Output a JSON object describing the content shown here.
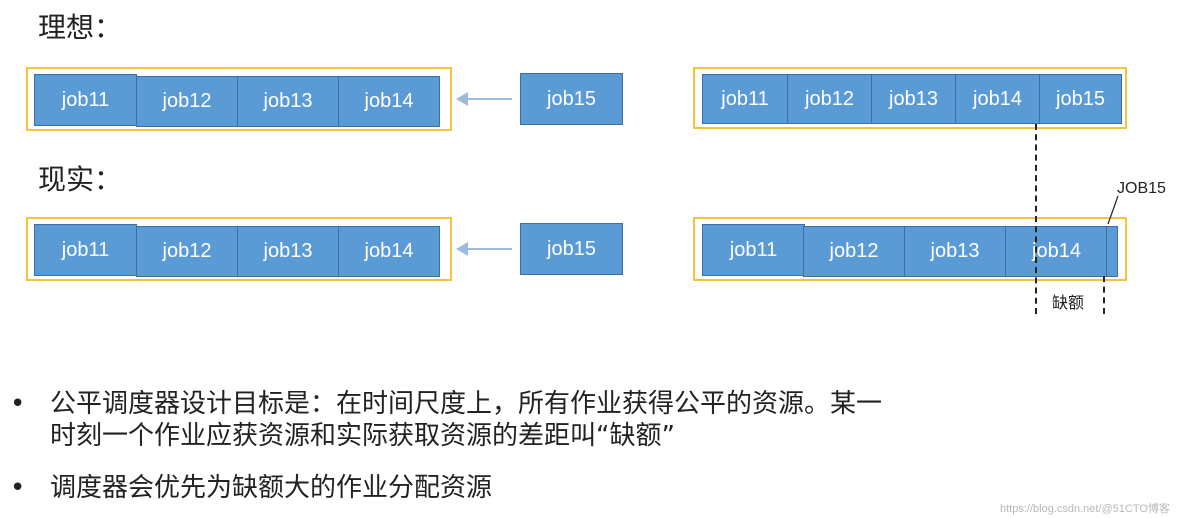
{
  "headings": {
    "ideal": "理想：",
    "reality": "现实："
  },
  "ideal_left_jobs": [
    "job11",
    "job12",
    "job13",
    "job14"
  ],
  "ideal_incoming_job": "job15",
  "ideal_right_jobs": [
    "job11",
    "job12",
    "job13",
    "job14",
    "job15"
  ],
  "reality_left_jobs": [
    "job11",
    "job12",
    "job13",
    "job14"
  ],
  "reality_incoming_job": "job15",
  "reality_right_jobs": [
    "job11",
    "job12",
    "job13",
    "job14"
  ],
  "labels": {
    "job15_callout": "JOB15",
    "deficit": "缺额"
  },
  "bullets": [
    {
      "line1": "公平调度器设计目标是：在时间尺度上，所有作业获得公平的资源。某一",
      "line2": "时刻一个作业应获资源和实际获取资源的差距叫“缺额”"
    },
    {
      "line1": "调度器会优先为缺额大的作业分配资源",
      "line2": ""
    }
  ],
  "bullet_symbol": "•",
  "watermark": "https://blog.csdn.net/@51CTO博客",
  "colors": {
    "job_fill": "#5b9bd5",
    "job_border": "#3d6fa3",
    "frame": "#f5c33b",
    "arrow": "#9dbbdc"
  }
}
